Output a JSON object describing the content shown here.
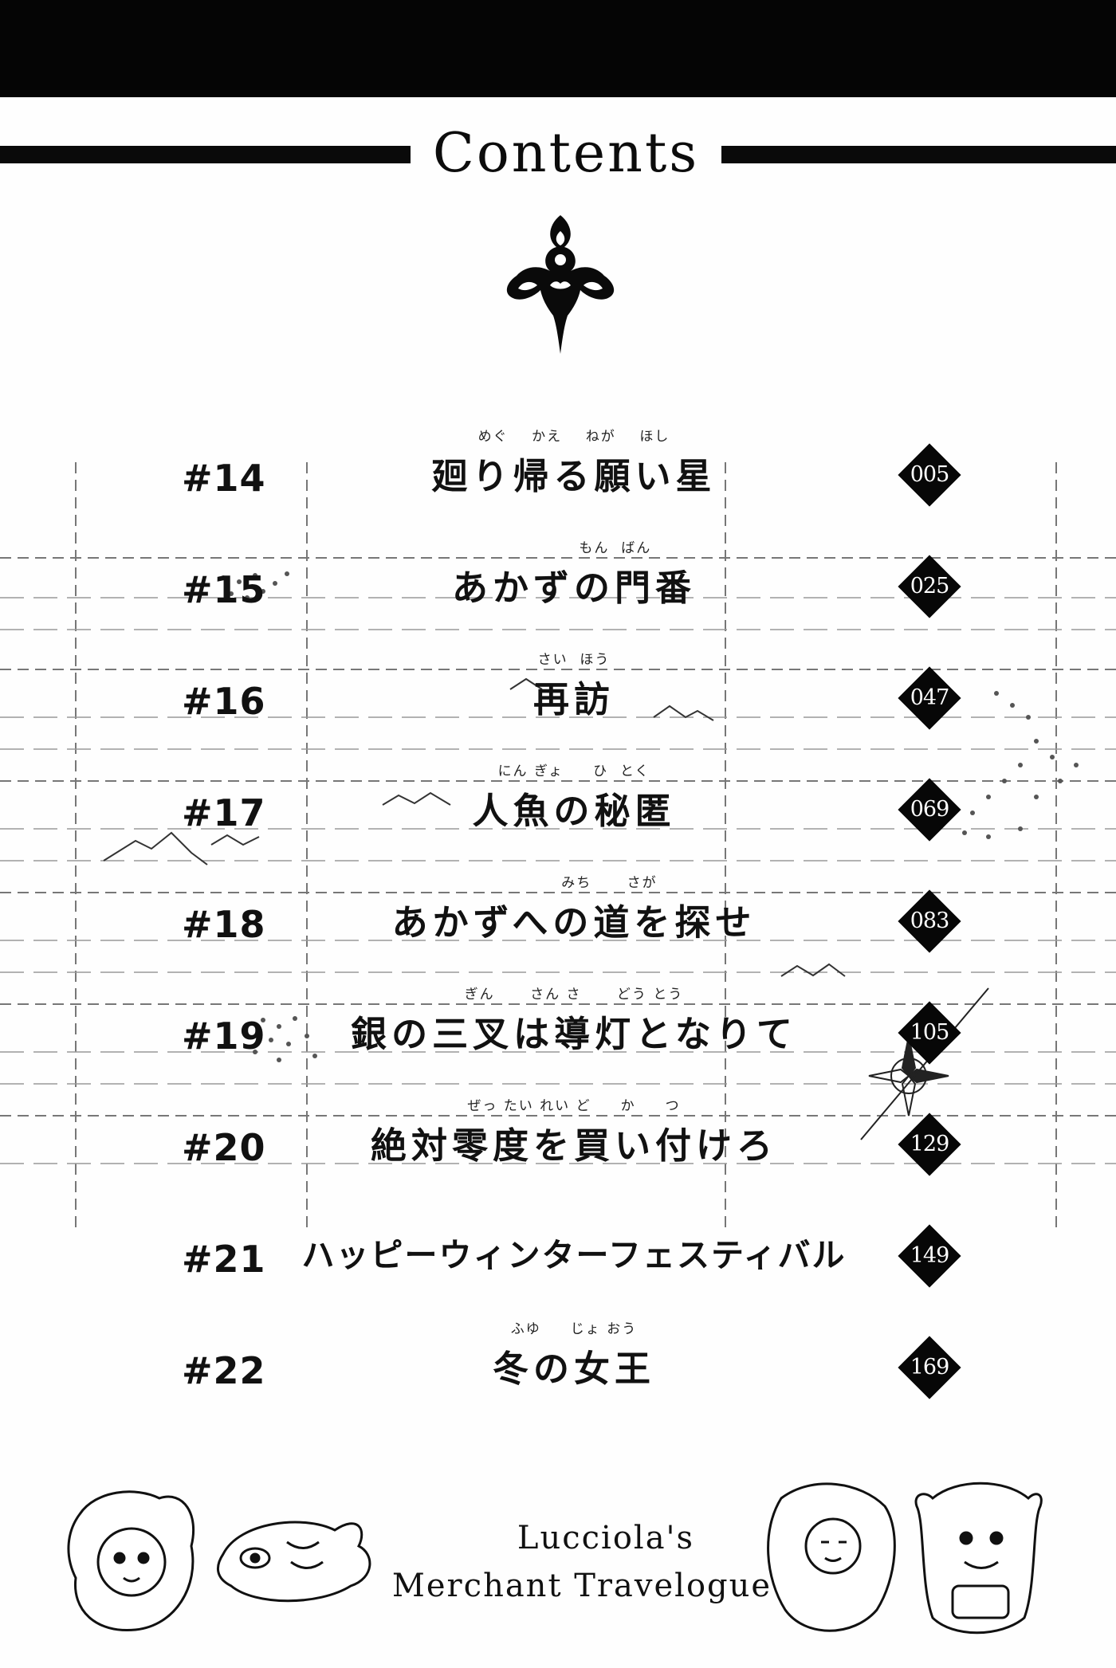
{
  "header": {
    "title": "Contents"
  },
  "toc": [
    {
      "num": "#14",
      "ruby": "めぐ    かえ    ねが    ほし",
      "title": "廻り帰る願い星",
      "page": "005"
    },
    {
      "num": "#15",
      "ruby": "              もん  ばん",
      "title": "あかずの門番",
      "page": "025"
    },
    {
      "num": "#16",
      "ruby": "さい  ほう",
      "title": "再訪",
      "page": "047"
    },
    {
      "num": "#17",
      "ruby": "にん ぎょ     ひ  とく",
      "title": "人魚の秘匿",
      "page": "069"
    },
    {
      "num": "#18",
      "ruby": "            みち      さが",
      "title": "あかずへの道を探せ",
      "page": "083"
    },
    {
      "num": "#19",
      "ruby": "ぎん      さん さ      どう とう",
      "title": "銀の三叉は導灯となりて",
      "page": "105"
    },
    {
      "num": "#20",
      "ruby": "ぜっ たい れい ど     か     つ",
      "title": "絶対零度を買い付けろ",
      "page": "129"
    },
    {
      "num": "#21",
      "ruby": "",
      "title": "ハッピーウィンターフェスティバル",
      "page": "149"
    },
    {
      "num": "#22",
      "ruby": "ふゆ     じょ おう",
      "title": "冬の女王",
      "page": "169"
    }
  ],
  "footer": {
    "line1": "Lucciola's",
    "line2": "Merchant Travelogue"
  }
}
